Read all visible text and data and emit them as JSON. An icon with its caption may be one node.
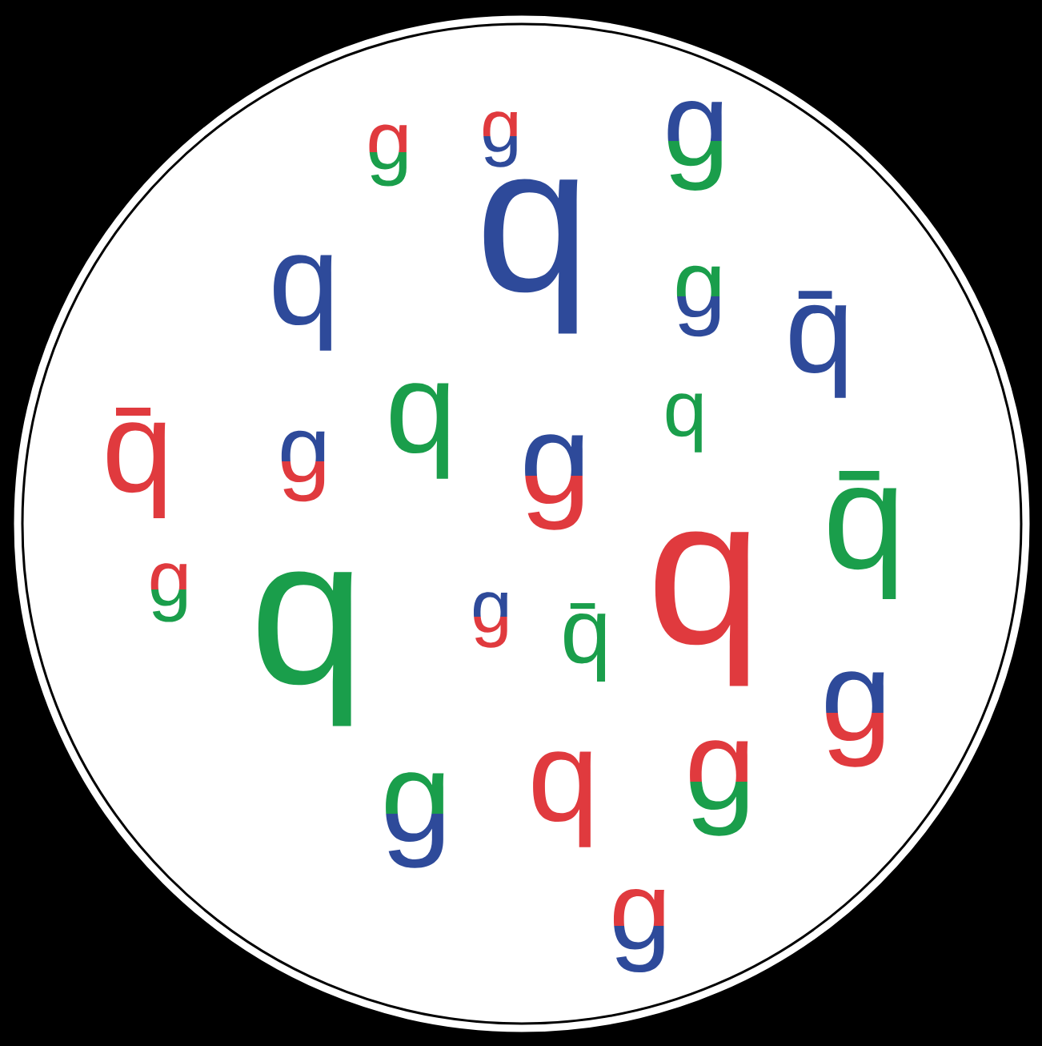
{
  "diagram": {
    "labels": [
      "g",
      "g",
      "g",
      "q",
      "q",
      "g",
      "q̄",
      "q̄",
      "q",
      "q",
      "g",
      "g",
      "q̄",
      "q",
      "g",
      "g",
      "q",
      "q̄",
      "g",
      "g",
      "q",
      "g",
      "g"
    ]
  }
}
